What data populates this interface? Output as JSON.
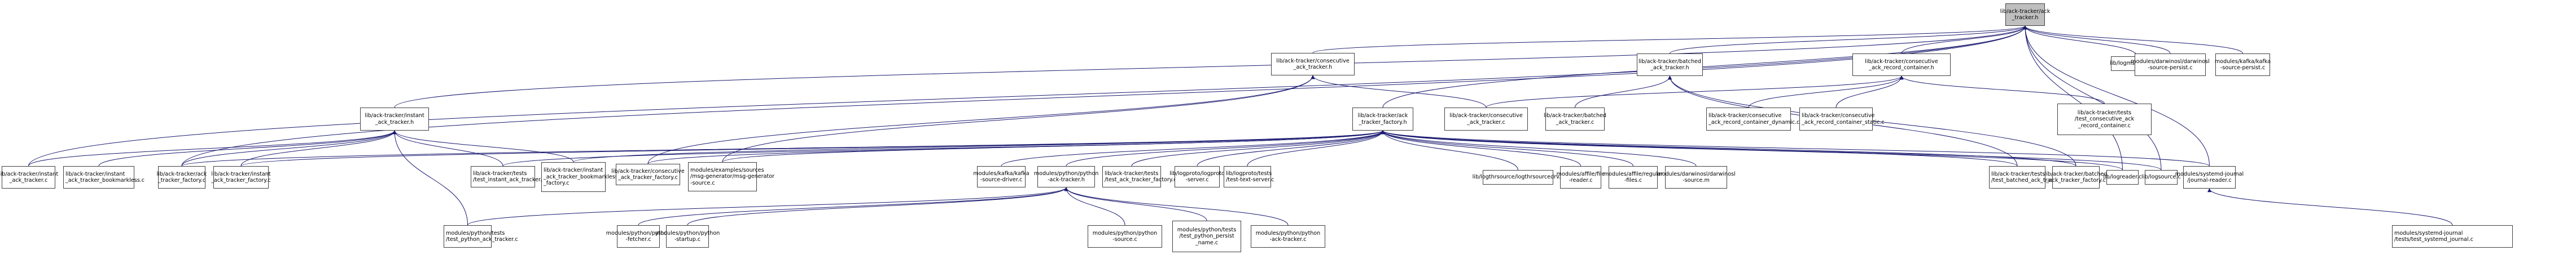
{
  "title": "lib/ack-tracker/ack_tracker.h include dependency graph",
  "colors": {
    "edge": "#191970",
    "node_border": "#404040",
    "root_fill": "#bfbfbf",
    "node_fill": "#ffffff"
  },
  "nodes": [
    {
      "id": "root",
      "label": "lib/ack-tracker/ack\n_tracker.h",
      "root": true
    },
    {
      "id": "consec_h",
      "label": "lib/ack-tracker/consecutive\n_ack_tracker.h"
    },
    {
      "id": "batched_h",
      "label": "lib/ack-tracker/batched\n_ack_tracker.h"
    },
    {
      "id": "crc_h",
      "label": "lib/ack-tracker/consecutive\n_ack_record_container.h"
    },
    {
      "id": "logmsg_c",
      "label": "lib/logmsg/logmsg.c"
    },
    {
      "id": "darwin_persist",
      "label": "modules/darwinosl/darwinosl\n-source-persist.c"
    },
    {
      "id": "kafka_persist",
      "label": "modules/kafka/kafka\n-source-persist.c"
    },
    {
      "id": "instant_h",
      "label": "lib/ack-tracker/instant\n_ack_tracker.h"
    },
    {
      "id": "factory_h",
      "label": "lib/ack-tracker/ack\n_tracker_factory.h"
    },
    {
      "id": "consec_c",
      "label": "lib/ack-tracker/consecutive\n_ack_tracker.c"
    },
    {
      "id": "batched_c",
      "label": "lib/ack-tracker/batched\n_ack_tracker.c"
    },
    {
      "id": "crc_dyn",
      "label": "lib/ack-tracker/consecutive\n_ack_record_container_dynamic.c",
      "left": true
    },
    {
      "id": "crc_static",
      "label": "lib/ack-tracker/consecutive\n_ack_record_container_static.c",
      "left": true
    },
    {
      "id": "test_crc",
      "label": "lib/ack-tracker/tests\n/test_consecutive_ack\n_record_container.c"
    },
    {
      "id": "instant_c",
      "label": "lib/ack-tracker/instant\n_ack_tracker.c"
    },
    {
      "id": "instant_bm_c",
      "label": "lib/ack-tracker/instant\n_ack_tracker_bookmarkless.c",
      "left": true
    },
    {
      "id": "factory_c",
      "label": "lib/ack-tracker/ack\n_tracker_factory.c"
    },
    {
      "id": "instant_factory_c",
      "label": "lib/ack-tracker/instant\n_ack_tracker_factory.c"
    },
    {
      "id": "test_instant",
      "label": "lib/ack-tracker/tests\n/test_instant_ack_tracker.c",
      "left": true
    },
    {
      "id": "instant_bm_factory",
      "label": "lib/ack-tracker/instant\n_ack_tracker_bookmarkless\n_factory.c",
      "left": true
    },
    {
      "id": "consec_factory_c",
      "label": "lib/ack-tracker/consecutive\n_ack_tracker_factory.c"
    },
    {
      "id": "msg_gen",
      "label": "modules/examples/sources\n/msg-generator/msg-generator\n-source.c",
      "left": true
    },
    {
      "id": "kafka_driver",
      "label": "modules/kafka/kafka\n-source-driver.c"
    },
    {
      "id": "py_ack_h",
      "label": "modules/python/python\n-ack-tracker.h"
    },
    {
      "id": "test_factory",
      "label": "lib/ack-tracker/tests\n/test_ack_tracker_factory.c",
      "left": true
    },
    {
      "id": "logproto_server",
      "label": "lib/logproto/logproto\n-server.c"
    },
    {
      "id": "test_text_server",
      "label": "lib/logproto/tests\n/test-text-server.c",
      "left": true
    },
    {
      "id": "logthrsource",
      "label": "lib/logthrsource/logthrsourcedrv.c"
    },
    {
      "id": "file_reader",
      "label": "modules/affile/file\n-reader.c"
    },
    {
      "id": "regular_files",
      "label": "modules/affile/regular\n-files.c"
    },
    {
      "id": "darwin_source",
      "label": "modules/darwinosl/darwinosl\n-source.m"
    },
    {
      "id": "test_batched",
      "label": "lib/ack-tracker/tests\n/test_batched_ack_tracker.c",
      "left": true
    },
    {
      "id": "batched_factory_c",
      "label": "lib/ack-tracker/batched\n_ack_tracker_factory.c"
    },
    {
      "id": "logreader_c",
      "label": "lib/logreader.c"
    },
    {
      "id": "logsource_c",
      "label": "lib/logsource.c"
    },
    {
      "id": "journal_reader",
      "label": "modules/systemd-journal\n/journal-reader.c"
    },
    {
      "id": "test_py_ack",
      "label": "modules/python/tests\n/test_python_ack_tracker.c",
      "left": true
    },
    {
      "id": "py_fetcher",
      "label": "modules/python/python\n-fetcher.c"
    },
    {
      "id": "py_startup",
      "label": "modules/python/python\n-startup.c"
    },
    {
      "id": "py_source",
      "label": "modules/python/python\n-source.c"
    },
    {
      "id": "test_py_persist",
      "label": "modules/python/tests\n/test_python_persist\n_name.c"
    },
    {
      "id": "py_ack_c",
      "label": "modules/python/python\n-ack-tracker.c"
    },
    {
      "id": "test_journal",
      "label": "modules/systemd-journal\n/tests/test_systemd_journal.c",
      "left": true
    }
  ],
  "edges": [
    [
      "consec_h",
      "root"
    ],
    [
      "batched_h",
      "root"
    ],
    [
      "crc_h",
      "root"
    ],
    [
      "logmsg_c",
      "root"
    ],
    [
      "darwin_persist",
      "root"
    ],
    [
      "kafka_persist",
      "root"
    ],
    [
      "instant_h",
      "root"
    ],
    [
      "factory_h",
      "root"
    ],
    [
      "instant_c",
      "root"
    ],
    [
      "factory_c",
      "root"
    ],
    [
      "logreader_c",
      "root"
    ],
    [
      "logsource_c",
      "root"
    ],
    [
      "journal_reader",
      "root"
    ],
    [
      "consec_c",
      "consec_h"
    ],
    [
      "msg_gen",
      "consec_h"
    ],
    [
      "consec_factory_c",
      "consec_h"
    ],
    [
      "batched_c",
      "batched_h"
    ],
    [
      "batched_factory_c",
      "batched_h"
    ],
    [
      "test_batched",
      "batched_h"
    ],
    [
      "crc_dyn",
      "crc_h"
    ],
    [
      "crc_static",
      "crc_h"
    ],
    [
      "test_crc",
      "crc_h"
    ],
    [
      "consec_c",
      "crc_h"
    ],
    [
      "instant_c",
      "instant_h"
    ],
    [
      "instant_bm_c",
      "instant_h"
    ],
    [
      "instant_factory_c",
      "instant_h"
    ],
    [
      "test_instant",
      "instant_h"
    ],
    [
      "instant_bm_factory",
      "instant_h"
    ],
    [
      "factory_c",
      "instant_h"
    ],
    [
      "test_py_ack",
      "instant_h"
    ],
    [
      "factory_c",
      "factory_h"
    ],
    [
      "instant_factory_c",
      "factory_h"
    ],
    [
      "test_instant",
      "factory_h"
    ],
    [
      "instant_bm_factory",
      "factory_h"
    ],
    [
      "consec_factory_c",
      "factory_h"
    ],
    [
      "msg_gen",
      "factory_h"
    ],
    [
      "kafka_driver",
      "factory_h"
    ],
    [
      "py_ack_h",
      "factory_h"
    ],
    [
      "test_factory",
      "factory_h"
    ],
    [
      "logproto_server",
      "factory_h"
    ],
    [
      "test_text_server",
      "factory_h"
    ],
    [
      "logthrsource",
      "factory_h"
    ],
    [
      "file_reader",
      "factory_h"
    ],
    [
      "regular_files",
      "factory_h"
    ],
    [
      "darwin_source",
      "factory_h"
    ],
    [
      "test_batched",
      "factory_h"
    ],
    [
      "batched_factory_c",
      "factory_h"
    ],
    [
      "logreader_c",
      "factory_h"
    ],
    [
      "logsource_c",
      "factory_h"
    ],
    [
      "journal_reader",
      "factory_h"
    ],
    [
      "test_py_ack",
      "py_ack_h"
    ],
    [
      "py_fetcher",
      "py_ack_h"
    ],
    [
      "py_startup",
      "py_ack_h"
    ],
    [
      "py_source",
      "py_ack_h"
    ],
    [
      "test_py_persist",
      "py_ack_h"
    ],
    [
      "py_ack_c",
      "py_ack_h"
    ],
    [
      "test_journal",
      "journal_reader"
    ]
  ]
}
